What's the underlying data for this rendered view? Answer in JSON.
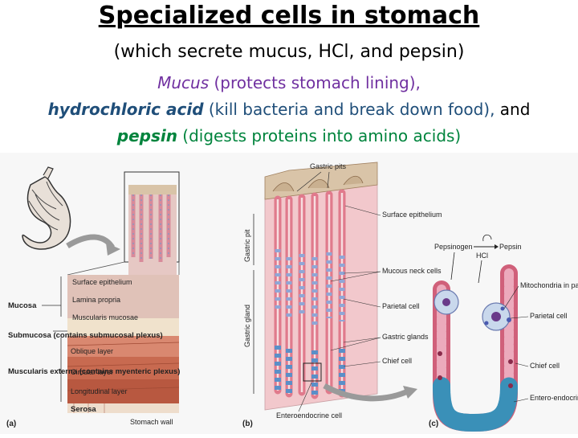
{
  "title": "Specialized cells in stomach",
  "subtitle": "(which secrete mucus, HCl, and pepsin)",
  "bullets": {
    "mucus_keyword": "Mucus",
    "mucus_desc": " (protects stomach lining),",
    "hcl_keyword": "hydrochloric acid",
    "hcl_desc": " (kill bacteria and break down food),",
    "hcl_and": " and",
    "pepsin_keyword": "pepsin",
    "pepsin_desc": " (digests proteins into amino acids)"
  },
  "figure": {
    "panel_a": {
      "letter": "(a)",
      "layer_labels": [
        "Surface epithelium",
        "Lamina propria",
        "Muscularis mucosae",
        "Oblique layer",
        "Circular layer",
        "Longitudinal layer",
        "Serosa",
        "Stomach wall"
      ],
      "group_labels": [
        "Mucosa",
        "Submucosa (contains submucosal plexus)",
        "Muscularis externa (contains myenteric plexus)"
      ]
    },
    "panel_b": {
      "letter": "(b)",
      "top_label": "Gastric pits",
      "side_labels": [
        "Gastric pit",
        "Gastric gland"
      ],
      "right_labels": [
        "Surface epithelium",
        "Mucous neck cells",
        "Parietal cell",
        "Gastric glands",
        "Chief cell"
      ],
      "bottom_label": "Enteroendocrine cell"
    },
    "panel_c": {
      "letter": "(c)",
      "reaction": {
        "left": "Pepsinogen",
        "middle": "HCl",
        "right": "Pepsin"
      },
      "right_labels": [
        "Mitochondria in parietal cell",
        "Parietal cell",
        "Chief cell",
        "Entero-endocrine cell"
      ]
    }
  }
}
